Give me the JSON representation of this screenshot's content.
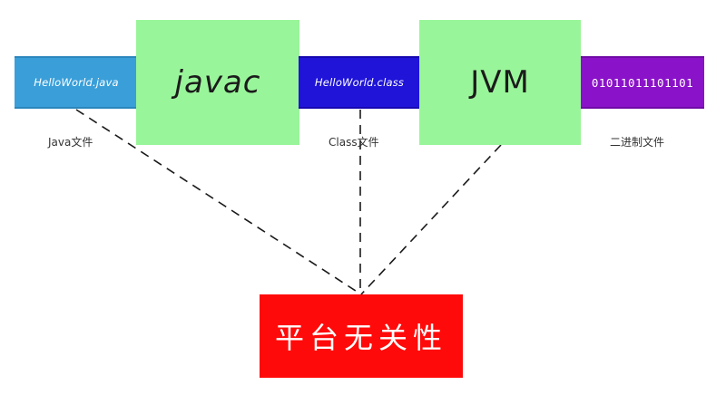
{
  "diagram": {
    "files": {
      "java": {
        "label": "HelloWorld.java",
        "caption": "Java文件"
      },
      "class": {
        "label": "HelloWorld.class",
        "caption": "Class文件"
      },
      "binary": {
        "label": "01011011101101",
        "caption": "二进制文件"
      }
    },
    "tools": {
      "compiler": "javac",
      "vm": "JVM"
    },
    "result": "平台无关性"
  },
  "colors": {
    "java_file": "#3a9fd9",
    "class_file": "#1f14d8",
    "binary_file": "#8a12c8",
    "tool": "#99f59a",
    "result": "#ff0a0a",
    "connector": "#1a1a1a"
  }
}
